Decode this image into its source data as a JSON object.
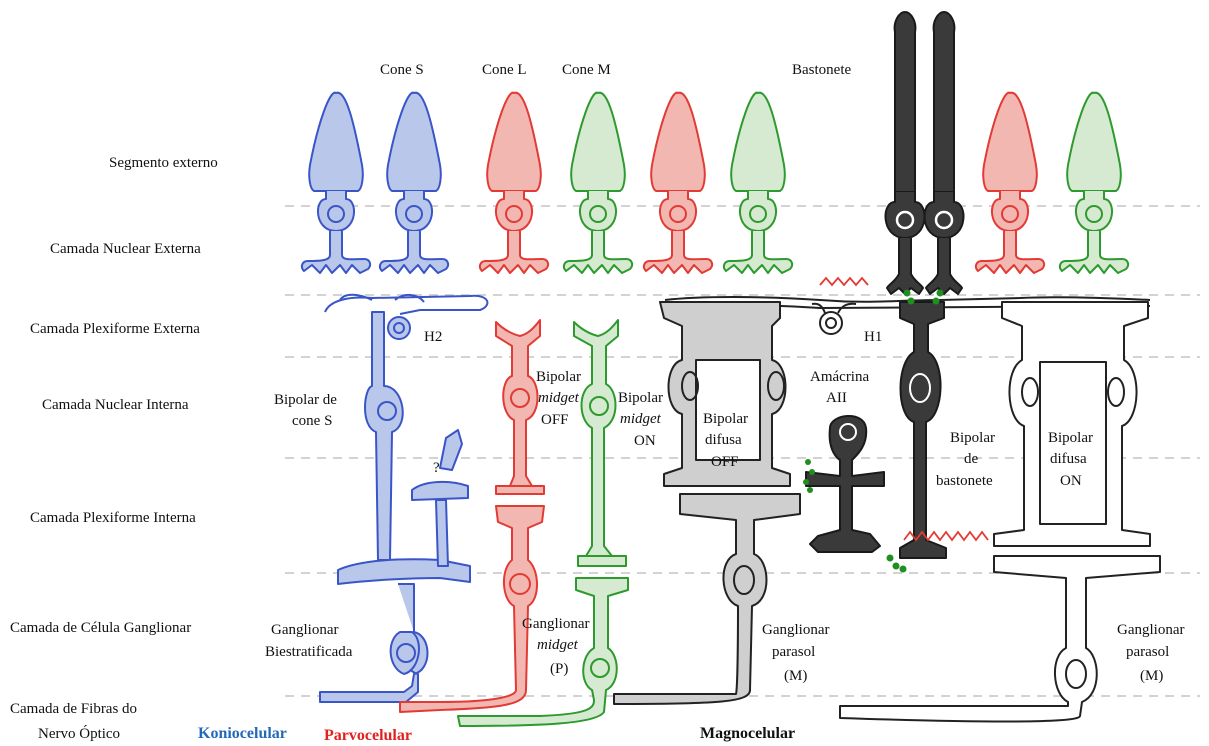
{
  "colors": {
    "blue_stroke": "#3a55c8",
    "blue_fill": "#b9c8ea",
    "red_stroke": "#e23a35",
    "red_fill": "#f3b7b2",
    "green_stroke": "#2d9a2d",
    "green_fill": "#d5ead1",
    "dark_fill": "#3a3a3a",
    "gray_fill": "#cfcfcf",
    "outline": "#222222",
    "synapse_green": "#1f8f1f",
    "koniocelular": "#2468b8",
    "parvocelular": "#e2201c",
    "magnocelular": "#111111"
  },
  "layers": {
    "segmento_externo": "Segmento externo",
    "camada_nuclear_externa": "Camada Nuclear  Externa",
    "camada_plexiforme_externa": "Camada Plexiforme  Externa",
    "camada_nuclear_interna": "Camada Nuclear  Interna",
    "camada_plexiforme_interna": "Camada Plexiforme  Interna",
    "camada_celula_ganglionar": "Camada de Célula  Ganglionar",
    "camada_fibras_line1": "Camada de Fibras do",
    "camada_fibras_line2": "Nervo Óptico"
  },
  "photoreceptors": {
    "cone_s": "Cone S",
    "cone_l": "Cone L",
    "cone_m": "Cone M",
    "bastonete": "Bastonete"
  },
  "cells": {
    "h2": "H2",
    "h1": "H1",
    "bipolar_s_1": "Bipolar de",
    "bipolar_s_2": "cone S",
    "question": "?",
    "midget_off_1": "Bipolar",
    "midget_off_2": "midget",
    "midget_off_3": "OFF",
    "midget_on_1": "Bipolar",
    "midget_on_2": "midget",
    "midget_on_3": "ON",
    "difusa_off_1": "Bipolar",
    "difusa_off_2": "difusa",
    "difusa_off_3": "OFF",
    "amacrina_1": "Amácrina",
    "amacrina_2": "AII",
    "bastonete_bip_1": "Bipolar",
    "bastonete_bip_2": "de",
    "bastonete_bip_3": "bastonete",
    "difusa_on_1": "Bipolar",
    "difusa_on_2": "difusa",
    "difusa_on_3": "ON",
    "gang_biestrat_1": "Ganglionar",
    "gang_biestrat_2": "Biestratificada",
    "gang_midget_1": "Ganglionar",
    "gang_midget_2": "midget",
    "gang_midget_3": "(P)",
    "gang_parasol_m1_1": "Ganglionar",
    "gang_parasol_m1_2": "parasol",
    "gang_parasol_m1_3": "(M)",
    "gang_parasol_m2_1": "Ganglionar",
    "gang_parasol_m2_2": "parasol",
    "gang_parasol_m2_3": "(M)"
  },
  "pathways": {
    "koniocelular": "Koniocelular",
    "parvocelular": "Parvocelular",
    "magnocelular": "Magnocelular"
  }
}
